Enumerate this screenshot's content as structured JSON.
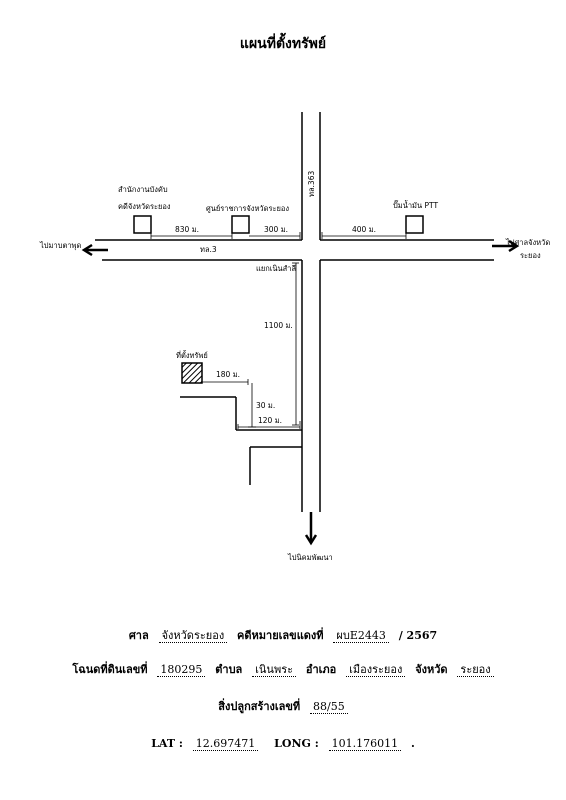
{
  "title": "แผนที่ตั้งทรัพย์",
  "map": {
    "roads": {
      "horizontal": "ทล.3",
      "vertical": "ทล.363"
    },
    "directions": {
      "west": "ไปมาบตาพุด",
      "east_line1": "ไปศาลจังหวัด",
      "east_line2": "ระยอง",
      "south": "ไปนิคมพัฒนา"
    },
    "landmarks": {
      "enforcement_line1": "สำนักงานบังคับ",
      "enforcement_line2": "คดีจังหวัดระยอง",
      "gov_center": "ศูนย์ราชการจังหวัดระยอง",
      "gas_station": "ปั๊มน้ำมัน PTT",
      "property": "ที่ตั้งทรัพย์",
      "junction": "แยกเนินสำลี"
    },
    "distances": {
      "d830": "830 ม.",
      "d300": "300 ม.",
      "d400": "400 ม.",
      "d1100": "1100 ม.",
      "d180": "180 ม.",
      "d30": "30 ม.",
      "d120": "120 ม."
    }
  },
  "footer": {
    "court_label": "ศาล",
    "court_value": "จังหวัดระยอง",
    "case_label": "คดีหมายเลขแดงที่",
    "case_value": "ผบE2443",
    "case_year": "/ 2567",
    "deed_label": "โฉนดที่ดินเลขที่",
    "deed_value": "180295",
    "tambon_label": "ตำบล",
    "tambon_value": "เนินพระ",
    "amphoe_label": "อำเภอ",
    "amphoe_value": "เมืองระยอง",
    "province_label": "จังหวัด",
    "province_value": "ระยอง",
    "building_label": "สิ่งปลูกสร้างเลขที่",
    "building_value": "88/55",
    "lat_label": "LAT :",
    "lat_value": "12.697471",
    "long_label": "LONG :",
    "long_value": "101.176011",
    "end_mark": "."
  }
}
